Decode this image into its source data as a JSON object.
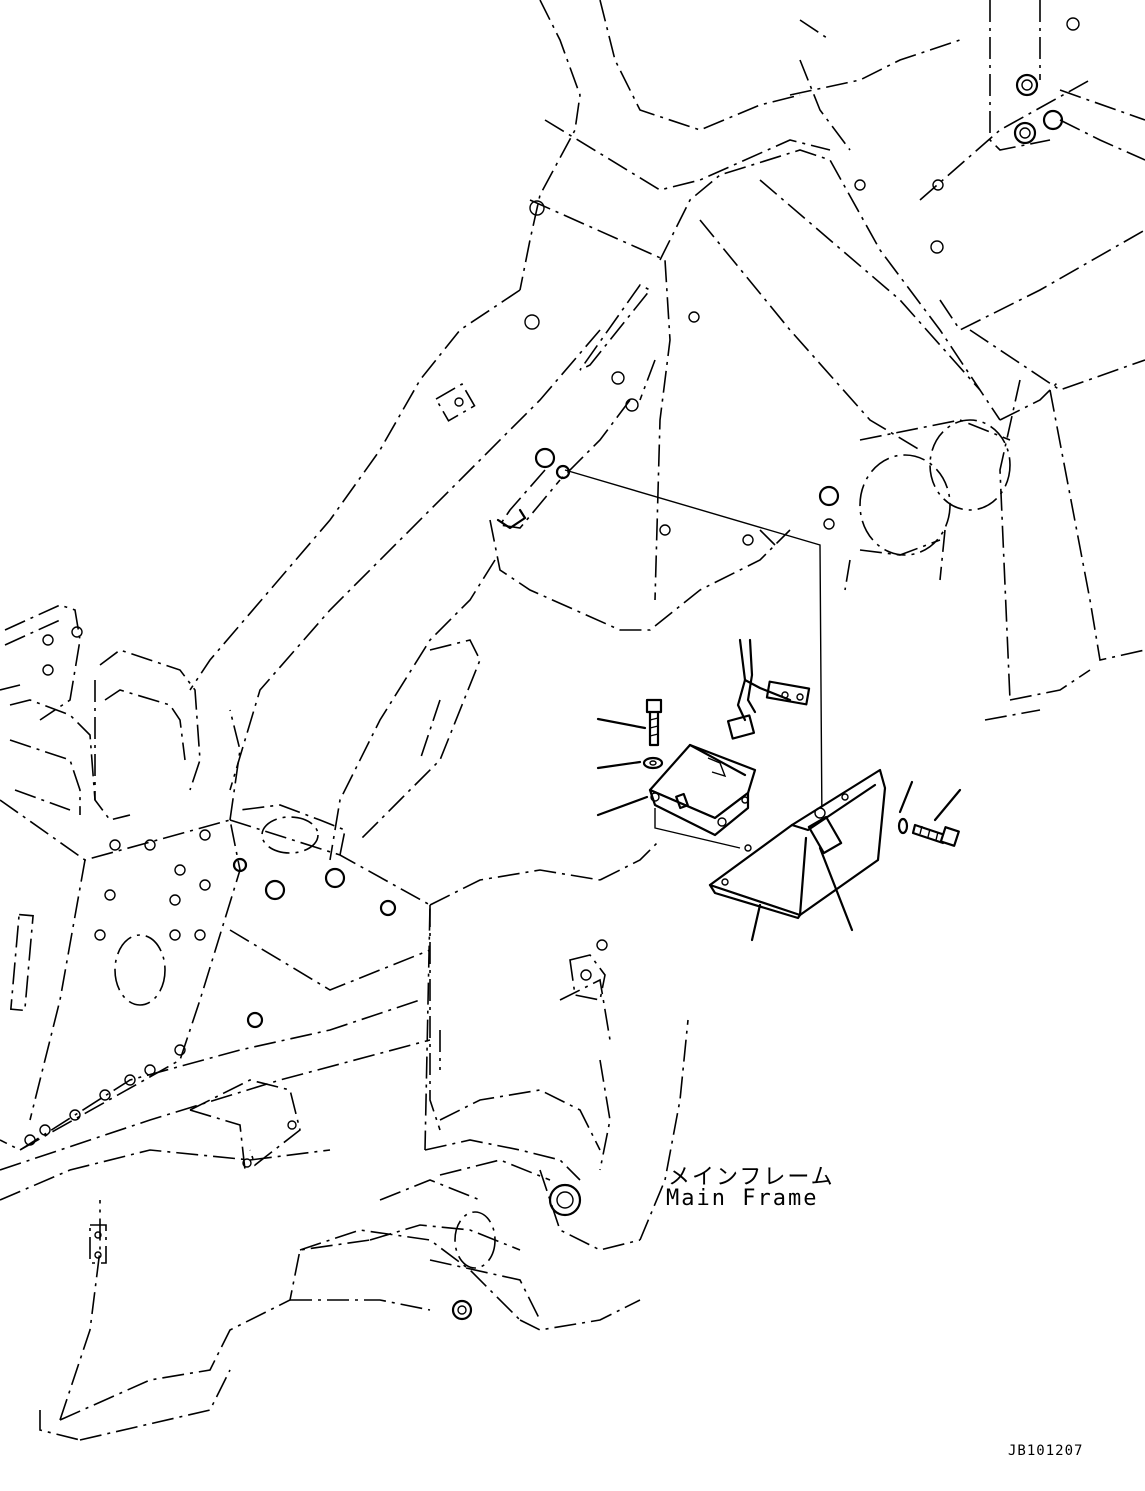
{
  "labels": {
    "main_frame_jp": "メインフレーム",
    "main_frame_en": "Main Frame",
    "drawing_code": "JB101207"
  }
}
